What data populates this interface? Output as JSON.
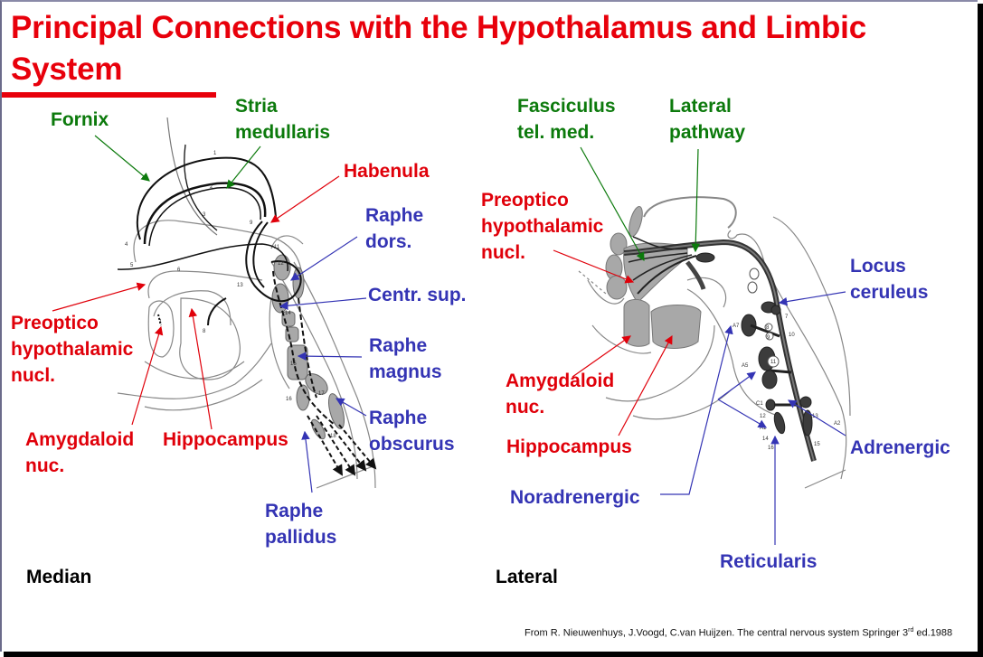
{
  "title": "Principal Connections with the Hypothalamus and Limbic System",
  "colors": {
    "title": "#e8000b",
    "pathway_label": "#0c7a0c",
    "limbic_label": "#e0000a",
    "brainstem_label": "#3434b4"
  },
  "median_panel": {
    "caption": "Median",
    "labels": {
      "fornix": "Fornix",
      "stria_medullaris": "Stria\nmedullaris",
      "habenula": "Habenula",
      "raphe_dors": "Raphe\ndors.",
      "centr_sup": "Centr. sup.",
      "raphe_magnus": "Raphe\nmagnus",
      "raphe_obscurus": "Raphe\nobscurus",
      "raphe_pallidus": "Raphe\npallidus",
      "preoptico": "Preoptico\nhypothalamic\nnucl.",
      "amygdaloid": "Amygdaloid\nnuc.",
      "hippocampus": "Hippocampus"
    },
    "figure_numbers": [
      "1",
      "2",
      "3",
      "4",
      "5",
      "6",
      "7",
      "8",
      "9",
      "11",
      "12",
      "13",
      "14",
      "15",
      "16",
      "17",
      "18"
    ]
  },
  "lateral_panel": {
    "caption": "Lateral",
    "labels": {
      "fasciculus": "Fasciculus\ntel. med.",
      "lateral_pathway": "Lateral\npathway",
      "preoptico": "Preoptico\nhypothalamic\nnucl.",
      "amygdaloid": "Amygdaloid\nnuc.",
      "hippocampus": "Hippocampus",
      "noradrenergic": "Noradrenergic",
      "locus_ceruleus": "Locus\nceruleus",
      "adrenergic": "Adrenergic",
      "reticularis": "Reticularis"
    },
    "figure_numbers": [
      "A7",
      "A5",
      "C1",
      "A1",
      "A2",
      "7",
      "8",
      "9",
      "10",
      "11",
      "12",
      "13",
      "14",
      "15",
      "16"
    ]
  },
  "credit": {
    "text": "From R. Nieuwenhuys, J.Voogd, C.van Huijzen. The central nervous system Springer 3",
    "superscript": "rd",
    "suffix": " ed.1988"
  }
}
